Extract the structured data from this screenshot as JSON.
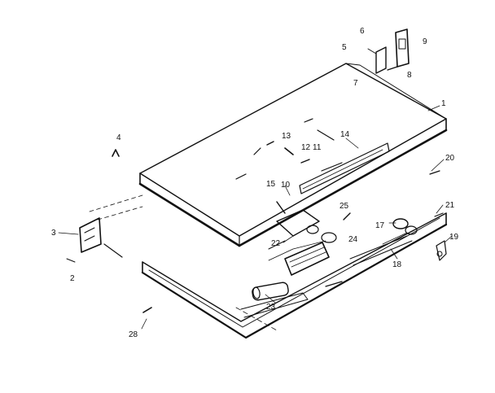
{
  "callouts": [
    "1",
    "2",
    "3",
    "4",
    "5",
    "6",
    "7",
    "8",
    "9",
    "10",
    "11",
    "12",
    "13",
    "14",
    "15",
    "17",
    "18",
    "19",
    "20",
    "21",
    "22",
    "23",
    "24",
    "25",
    "28"
  ],
  "colors": {
    "ink": "#111111",
    "paper": "#ffffff"
  }
}
